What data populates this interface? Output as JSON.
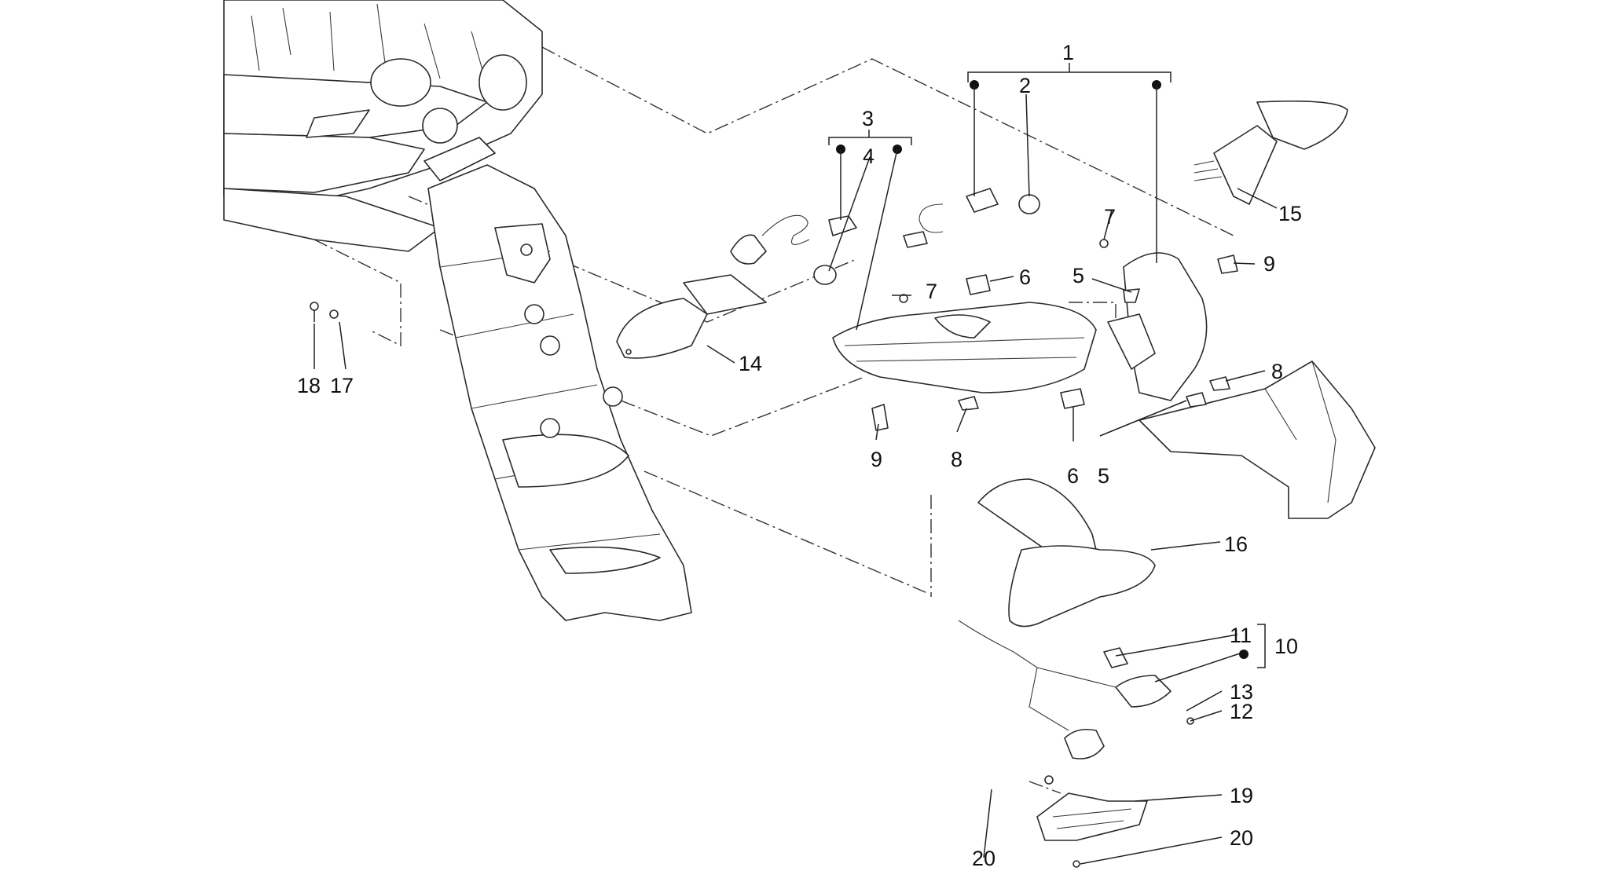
{
  "callouts": {
    "c1": "1",
    "c2": "2",
    "c3": "3",
    "c4": "4",
    "c5a": "5",
    "c5b": "5",
    "c6a": "6",
    "c6b": "6",
    "c7a": "7",
    "c7b": "7",
    "c8a": "8",
    "c8b": "8",
    "c9a": "9",
    "c9b": "9",
    "c10": "10",
    "c11": "11",
    "c12": "12",
    "c13": "13",
    "c14": "14",
    "c15": "15",
    "c16": "16",
    "c17": "17",
    "c18": "18",
    "c19": "19",
    "c20a": "20",
    "c20b": "20"
  },
  "colors": {
    "line": "#2a2a2a",
    "background": "#ffffff"
  }
}
